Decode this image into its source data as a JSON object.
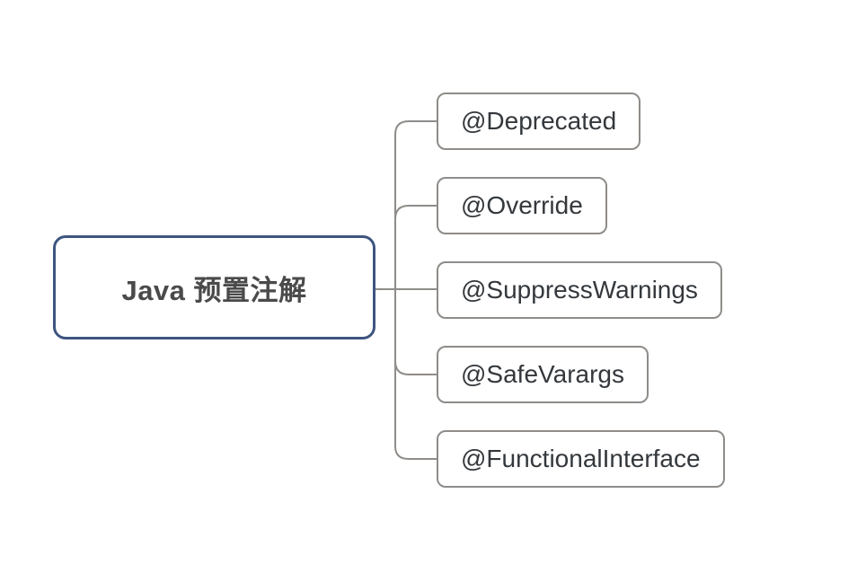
{
  "page": {
    "background": "#ffffff",
    "type": "mindmap"
  },
  "colors": {
    "root_border": "#3e5580",
    "branch_line": "#8f8c89",
    "child_border": "#8f8c89",
    "root_text": "#4a4a4a",
    "child_text": "#34383c",
    "node_background": "#ffffff"
  },
  "mindmap": {
    "root": {
      "label": "Java 预置注解"
    },
    "children": [
      {
        "label": "@Deprecated"
      },
      {
        "label": "@Override"
      },
      {
        "label": "@SuppressWarnings"
      },
      {
        "label": "@SafeVarargs"
      },
      {
        "label": "@FunctionalInterface"
      }
    ]
  }
}
